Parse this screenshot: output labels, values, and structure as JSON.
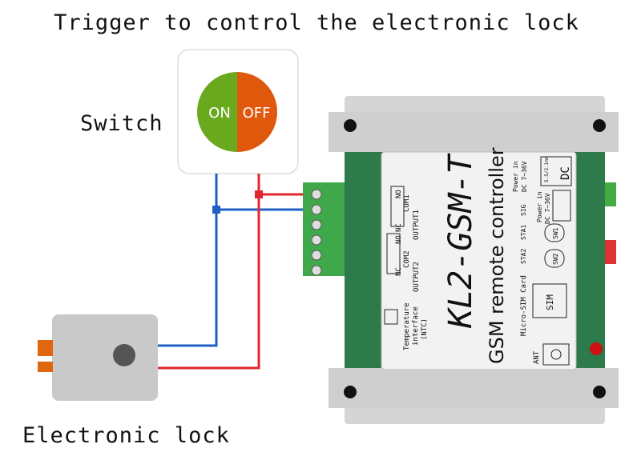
{
  "title": "Trigger to control the electronic lock",
  "switch": {
    "label": "Switch",
    "on": "ON",
    "off": "OFF",
    "on_color": "#6aa81e",
    "off_color": "#e0580c"
  },
  "lock": {
    "label": "Electronic lock"
  },
  "wires": {
    "blue": "#1f5fc4",
    "red": "#e0262e"
  },
  "controller": {
    "model": "KL2-GSM-T",
    "name": "GSM remote controller",
    "output1": "OUTPUT1",
    "output2": "OUTPUT2",
    "com1": "COM1",
    "com2": "COM2",
    "nc": "NC",
    "no": "NO",
    "temp": [
      "Temperature",
      "interface",
      "(NTC)"
    ],
    "sim_card": "Micro-SIM Card",
    "sim": "SIM",
    "ant": "ANT",
    "sig": "SIG",
    "sta1": "STA1",
    "sta2": "STA2",
    "sw1": "SW1",
    "sw2": "SW2",
    "power_in": "Power in",
    "dc_range": "DC 7~36V",
    "dc": "DC",
    "jack": "5.5/2.1mm"
  }
}
